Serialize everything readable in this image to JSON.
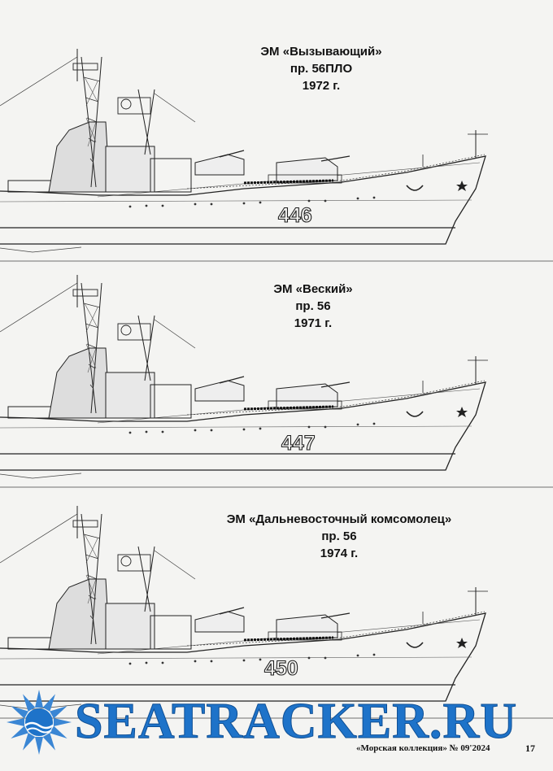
{
  "ships": [
    {
      "title": "ЭМ «Вызывающий»",
      "project": "пр. 56ПЛО",
      "year": "1972 г.",
      "hull_number": "446"
    },
    {
      "title": "ЭМ «Веский»",
      "project": "пр. 56",
      "year": "1971 г.",
      "hull_number": "447"
    },
    {
      "title": "ЭМ «Дальневосточный комсомолец»",
      "project": "пр. 56",
      "year": "1974 г.",
      "hull_number": "450"
    }
  ],
  "watermark": {
    "text": "SEATRACKER.RU",
    "color": "#1e73c9",
    "icon": "sun-burst-icon"
  },
  "footer": {
    "magazine": "«Морская коллекция» № 09'2024",
    "page_number": "17"
  }
}
